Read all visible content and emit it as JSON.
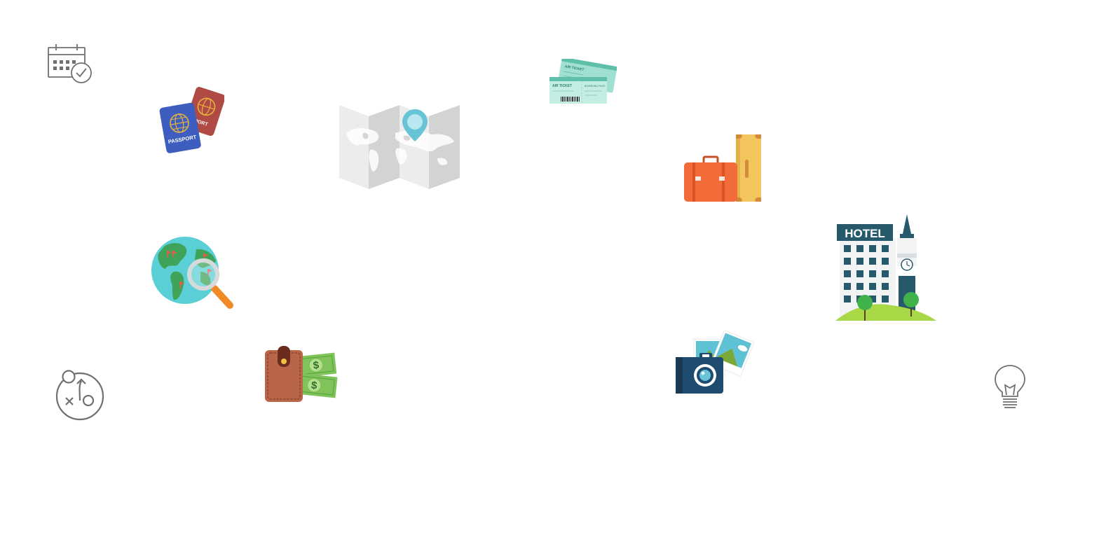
{
  "icons": {
    "calendar": {
      "name": "calendar-check-icon"
    },
    "passport": {
      "name": "passport-icon",
      "label_front": "PASSPORT",
      "label_back": "PORT"
    },
    "map": {
      "name": "world-map-pin-icon"
    },
    "ticket": {
      "name": "air-ticket-icon",
      "label_back": "AIR TICKET",
      "label_front": "AIR TICKET",
      "label_front_right": "BOARDING PASS"
    },
    "luggage": {
      "name": "luggage-icon"
    },
    "globe": {
      "name": "globe-search-icon"
    },
    "hotel": {
      "name": "hotel-icon",
      "sign": "HOTEL"
    },
    "wallet": {
      "name": "wallet-money-icon",
      "currency": "$"
    },
    "camera": {
      "name": "camera-photo-icon"
    },
    "strategy": {
      "name": "strategy-icon"
    },
    "bulb": {
      "name": "lightbulb-icon"
    }
  },
  "colors": {
    "line_gray": "#6e7174",
    "passport_blue": "#3d5dbf",
    "passport_red": "#b04a45",
    "map_light": "#ececec",
    "map_dark": "#d2d3d3",
    "pin_blue": "#67c3d6",
    "ticket_teal": "#9fe0d2",
    "suitcase_orange": "#f26b38",
    "suitcase_yellow": "#f2c65c",
    "globe_teal": "#5bcfd6",
    "globe_green": "#3fa45a",
    "magnifier_orange": "#f08a24",
    "hotel_navy": "#26596c",
    "grass_green": "#a8d845",
    "wallet_brown": "#b8654a",
    "money_green": "#7fc35a",
    "camera_navy": "#1f4b6e"
  }
}
